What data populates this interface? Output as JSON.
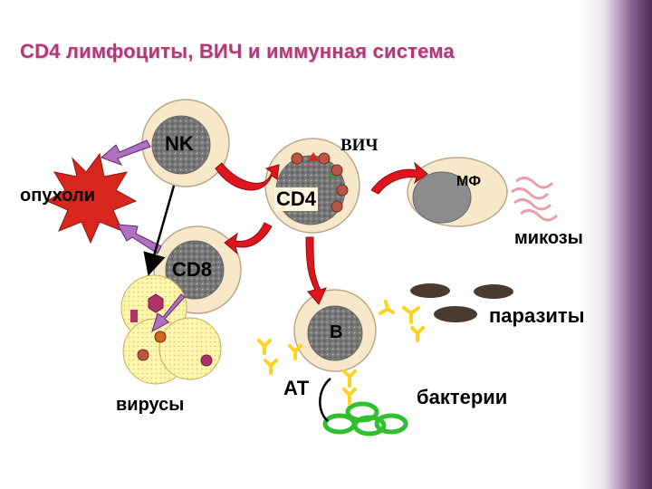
{
  "title": "CD4 лимфоциты, ВИЧ и иммунная система",
  "labels": {
    "nk": "NK",
    "hiv": "ВИЧ",
    "mf": "МФ",
    "tumors": "опухоли",
    "cd4": "CD4",
    "cd8": "CD8",
    "mycoses": "микозы",
    "b": "B",
    "parasites": "паразиты",
    "viruses": "вирусы",
    "at": "АТ",
    "bacteria": "бактерии"
  },
  "colors": {
    "title": "#b5367a",
    "cell_outer": "#f6e8c8",
    "nucleus": "#8f8f8f",
    "red_arrow": "#e0141e",
    "purple_arrow": "#b070c0",
    "tumor": "#d8251e",
    "bacteria": "#2fbf2f",
    "antibody": "#ffd21e",
    "parasite": "#4a3a30",
    "fungi": "#e8a0a8"
  }
}
